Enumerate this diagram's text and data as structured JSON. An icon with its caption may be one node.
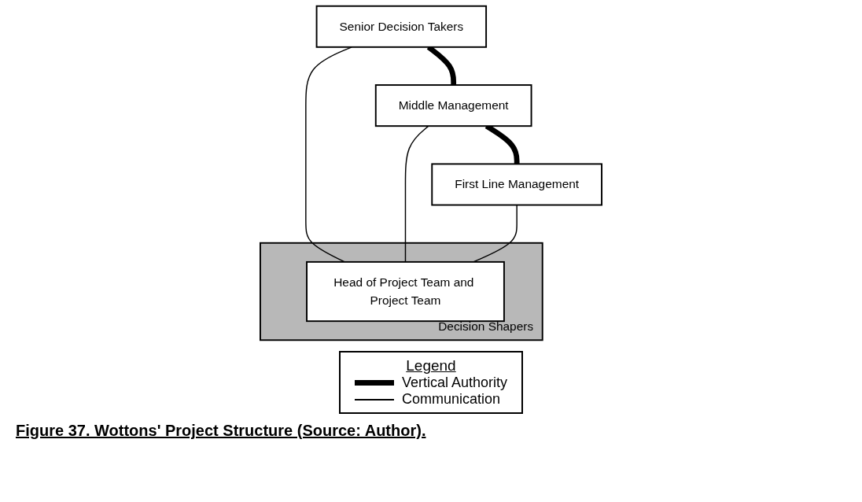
{
  "diagram": {
    "caption": "Figure 37. Wottons' Project Structure (Source: Author).",
    "nodes": [
      {
        "text": [
          "Senior Decision Takers"
        ]
      },
      {
        "text": [
          "Middle Management"
        ]
      },
      {
        "text": [
          "First Line Management"
        ]
      },
      {
        "text": [
          "Decision Shapers"
        ]
      },
      {
        "text": [
          "Head of Project Team and Project Team"
        ],
        "in": 3
      }
    ],
    "edges": [
      {
        "from": 0,
        "to": 1,
        "arrow": "none",
        "style": "thick"
      },
      {
        "from": 1,
        "to": 2,
        "arrow": "none",
        "style": "thick"
      },
      {
        "from": 0,
        "to": 4,
        "arrow": "none"
      },
      {
        "from": 1,
        "to": 4,
        "arrow": "none"
      },
      {
        "from": 2,
        "to": 4,
        "arrow": "none"
      }
    ],
    "labels": [
      "Legend"
    ],
    "legend": [
      {
        "text": "Vertical Authority"
      },
      {
        "text": "Communication"
      }
    ]
  }
}
